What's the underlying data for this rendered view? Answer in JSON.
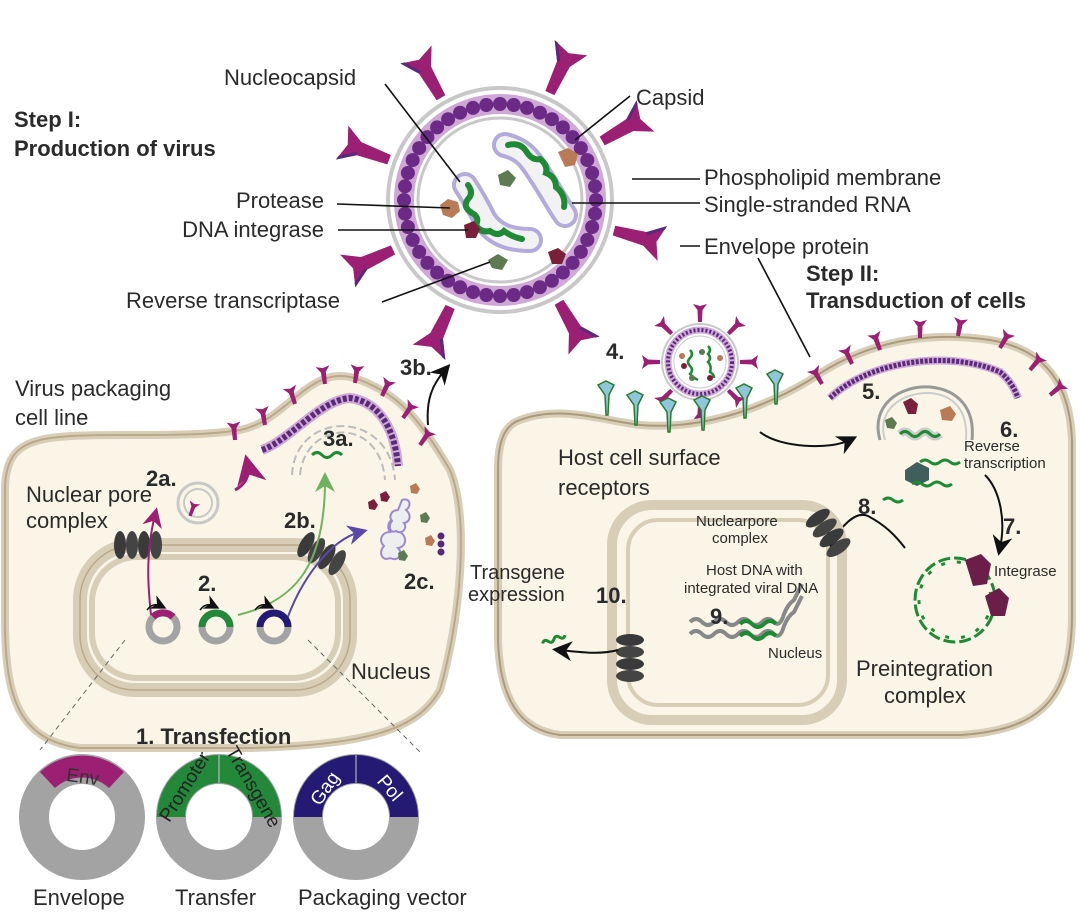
{
  "colors": {
    "envelope_protein": "#9b1f73",
    "capsid": "#6a2a86",
    "capsid_outer": "#cfa8d6",
    "membrane": "#c8c8c8",
    "rna": "#1f8a35",
    "env_gene": "#9b1f73",
    "transfer_gene": "#23883a",
    "packaging_gene": "#241a73",
    "plasmid_backbone": "#a3a3a3",
    "cell_fill": "#faf5e6",
    "cell_border": "#b9a98b",
    "receptor": "#8fc6dc",
    "nuclear_pore": "#3a3a3a",
    "integrase": "#6b1e47",
    "protease": "#b97a57",
    "reverse_transcriptase": "#5d7a52"
  },
  "step1": {
    "title_line1": "Step I:",
    "title_line2": "Production of virus"
  },
  "step2": {
    "title_line1": "Step II:",
    "title_line2": "Transduction of cells"
  },
  "virion_labels": {
    "nucleocapsid": "Nucleocapsid",
    "capsid": "Capsid",
    "protease": "Protease",
    "dna_integrase": "DNA integrase",
    "reverse_transcriptase": "Reverse transcriptase",
    "phospholipid_membrane": "Phospholipid membrane",
    "ssrna": "Single-stranded RNA",
    "envelope_protein": "Envelope protein"
  },
  "packaging_cell": {
    "title_line1": "Virus packaging",
    "title_line2": "cell line",
    "nuclear_pore_line1": "Nuclear pore",
    "nuclear_pore_line2": "complex",
    "nucleus": "Nucleus",
    "steps": {
      "s2": "2.",
      "s2a": "2a.",
      "s2b": "2b.",
      "s2c": "2c.",
      "s3a": "3a.",
      "s3b": "3b."
    }
  },
  "transfection": {
    "title": "1. Transfection",
    "plasmids": [
      {
        "name": "Envelope",
        "segments": [
          "Env"
        ]
      },
      {
        "name": "Transfer",
        "segments": [
          "Promoter",
          "Transgene"
        ]
      },
      {
        "name": "Packaging vector",
        "segments": [
          "Gag",
          "Pol"
        ]
      }
    ]
  },
  "host_cell": {
    "receptors_line1": "Host cell surface",
    "receptors_line2": "receptors",
    "reverse_transcription_line1": "Reverse",
    "reverse_transcription_line2": "transcription",
    "nuclearpore_line1": "Nuclearpore",
    "nuclearpore_line2": "complex",
    "host_dna_line1": "Host DNA with",
    "host_dna_line2": "integrated viral DNA",
    "nucleus": "Nucleus",
    "integrase": "Integrase",
    "preintegration_line1": "Preintegration",
    "preintegration_line2": "complex",
    "transgene_line1": "Transgene",
    "transgene_line2": "expression",
    "steps": {
      "s4": "4.",
      "s5": "5.",
      "s6": "6.",
      "s7": "7.",
      "s8": "8.",
      "s9": "9.",
      "s10": "10."
    }
  }
}
